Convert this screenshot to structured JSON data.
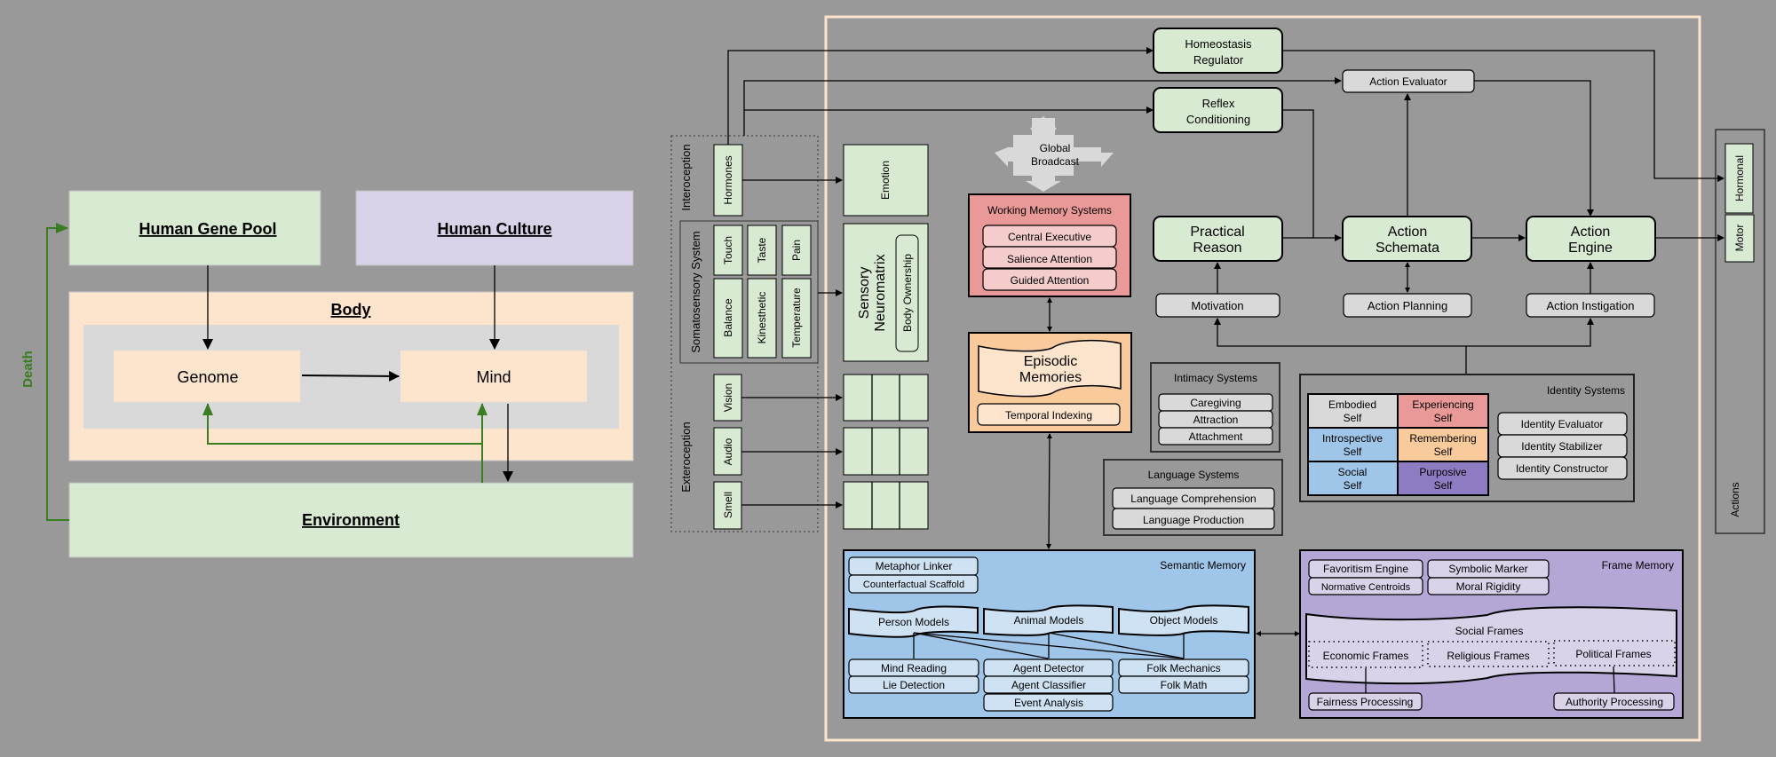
{
  "colors": {
    "background": "#999999",
    "green": "#d9ead3",
    "purple": "#d9d2e9",
    "peach": "#fde5cd",
    "grey": "#d9d9d9",
    "death_green": "#3a7d22",
    "mind_border": "#fde5cd",
    "working_memory": "#ea9999",
    "working_memory_item": "#f4cccc",
    "episodic": "#f9cb9c",
    "semantic": "#9fc5e8",
    "semantic_item": "#cfe2f3",
    "frame": "#b4a7d6",
    "frame_item": "#d9d2e9",
    "self_red": "#ea9999",
    "self_blue": "#9fc5e8",
    "self_orange": "#f9cb9c",
    "self_purple": "#8e7cc3"
  },
  "left": {
    "gene_pool": "Human Gene Pool",
    "culture": "Human Culture",
    "body": "Body",
    "genome": "Genome",
    "mind": "Mind",
    "environment": "Environment",
    "death": "Death"
  },
  "senses": {
    "interoception": "Interoception",
    "hormones": "Hormones",
    "somatosensory": "Somatosensory System",
    "touch": "Touch",
    "taste": "Taste",
    "pain": "Pain",
    "balance": "Balance",
    "kinesthetic": "Kinesthetic",
    "temperature": "Temperature",
    "exteroception": "Exteroception",
    "vision": "Vision",
    "audio": "Audio",
    "smell": "Smell"
  },
  "mind": {
    "emotion": "Emotion",
    "sensory_neuromatrix": [
      "Sensory",
      "Neuromatrix"
    ],
    "body_ownership": "Body Ownership",
    "global_broadcast": [
      "Global",
      "Broadcast"
    ],
    "working_memory": {
      "title": "Working Memory Systems",
      "items": [
        "Central Executive",
        "Salience Attention",
        "Guided Attention"
      ]
    },
    "episodic": {
      "title": [
        "Episodic",
        "Memories"
      ],
      "item": "Temporal Indexing"
    },
    "intimacy": {
      "title": "Intimacy Systems",
      "items": [
        "Caregiving",
        "Attraction",
        "Attachment"
      ]
    },
    "language": {
      "title": "Language Systems",
      "items": [
        "Language Comprehension",
        "Language Production"
      ]
    },
    "homeostasis": [
      "Homeostasis",
      "Regulator"
    ],
    "reflex": [
      "Reflex",
      "Conditioning"
    ],
    "action_evaluator": "Action Evaluator",
    "practical_reason": [
      "Practical",
      "Reason"
    ],
    "action_schemata": [
      "Action",
      "Schemata"
    ],
    "action_engine": [
      "Action",
      "Engine"
    ],
    "motivation": "Motivation",
    "action_planning": "Action Planning",
    "action_instigation": "Action Instigation",
    "identity": {
      "title": "Identity Systems",
      "selves": [
        [
          "Embodied",
          "Self"
        ],
        [
          "Experiencing",
          "Self"
        ],
        [
          "Introspective",
          "Self"
        ],
        [
          "Remembering",
          "Self"
        ],
        [
          "Social",
          "Self"
        ],
        [
          "Purposive",
          "Self"
        ]
      ],
      "items": [
        "Identity Evaluator",
        "Identity Stabilizer",
        "Identity Constructor"
      ]
    },
    "semantic": {
      "title": "Semantic Memory",
      "top_items": [
        "Metaphor Linker",
        "Counterfactual Scaffold"
      ],
      "models": [
        "Person Models",
        "Animal Models",
        "Object Models"
      ],
      "col1": [
        "Mind Reading",
        "Lie Detection"
      ],
      "col2": [
        "Agent Detector",
        "Agent Classifier",
        "Event Analysis"
      ],
      "col3": [
        "Folk Mechanics",
        "Folk Math"
      ]
    },
    "frame": {
      "title": "Frame Memory",
      "top_left": [
        "Favoritism Engine",
        "Normative Centroids"
      ],
      "top_right": [
        "Symbolic Marker",
        "Moral Rigidity"
      ],
      "social_frames": "Social Frames",
      "frames": [
        "Economic Frames",
        "Religious Frames",
        "Political Frames"
      ],
      "fairness": "Fairness Processing",
      "authority": "Authority Processing"
    }
  },
  "actions": {
    "title": "Actions",
    "hormonal": "Hormonal",
    "motor": "Motor"
  }
}
